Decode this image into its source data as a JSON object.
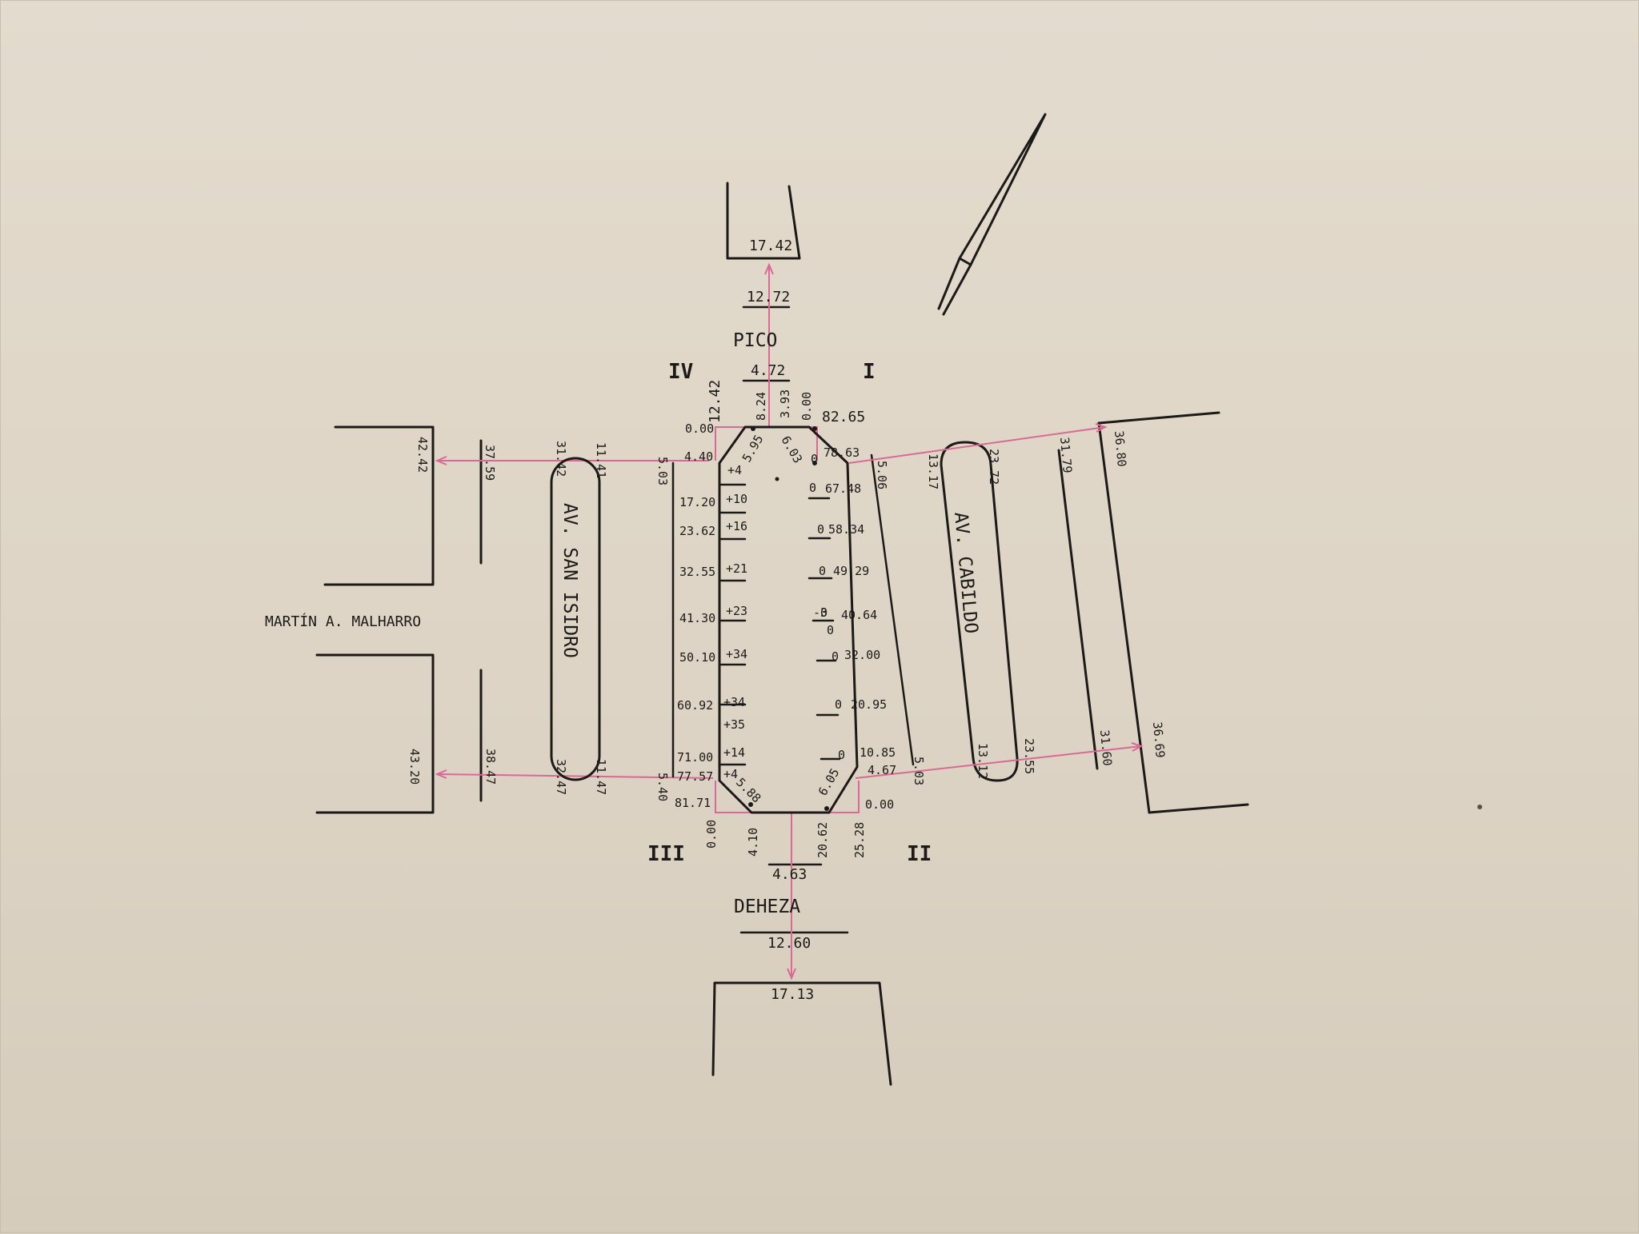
{
  "streets": {
    "north": "PICO",
    "south": "DEHEZA",
    "west": "MARTÍN A. MALHARRO",
    "avenue_left": "AV. SAN ISIDRO",
    "avenue_right": "AV. CABILDO"
  },
  "quadrants": {
    "q1": "I",
    "q2": "II",
    "q3": "III",
    "q4": "IV"
  },
  "north_labels": {
    "top": "17.42",
    "mid": "12.72",
    "low": "4.72",
    "left": "12.42"
  },
  "south_labels": {
    "low": "4.63",
    "mid": "12.60",
    "bottom": "17.13"
  },
  "west_labels": {
    "top_outer": "42.42",
    "top_inner": "37.59",
    "bot_outer": "43.20",
    "bot_inner": "38.47",
    "median_top_l": "31.42",
    "median_top_r": "11.41",
    "median_bot_l": "32.47",
    "median_bot_r": "11.47"
  },
  "east_labels": {
    "median_top_l": "13.17",
    "median_top_r": "23.72",
    "median_bot_l": "13.12",
    "median_bot_r": "23.55",
    "outer_top_1": "31.79",
    "outer_top_2": "36.80",
    "outer_bot_1": "31.60",
    "outer_bot_2": "36.69"
  },
  "left_side": [
    "4.40",
    "17.20",
    "23.62",
    "32.55",
    "41.30",
    "50.10",
    "60.92",
    "71.00",
    "77.57",
    "81.71"
  ],
  "left_offsets": [
    "+4",
    "+10",
    "+16",
    "+21",
    "+23",
    "+34",
    "+34",
    "+35",
    "+14",
    "+4"
  ],
  "right_side": [
    "82.65",
    "78.63",
    "67.48",
    "58.34",
    "49.29",
    "40.64",
    "32.00",
    "20.95",
    "10.85",
    "4.67"
  ],
  "right_offsets": [
    "0",
    "0",
    "0",
    "0",
    "-3",
    "0",
    "0",
    "0",
    "0",
    "0"
  ],
  "corner_labels": {
    "nw_zero": "0.00",
    "ne_zero": "0.00",
    "sw_zero": "0.00",
    "se_zero": "0.00",
    "n_8": "8.24",
    "n_3": "3.93",
    "nw_chamfer": "5.95",
    "ne_chamfer": "6.03",
    "sw_chamfer": "5.88",
    "se_chamfer": "6.05",
    "w_503": "5.03",
    "w_540": "5.40",
    "e_506": "5.06",
    "e_503": "5.03",
    "s_410": "4.10",
    "s_2062": "20.62",
    "s_2528": "25.28"
  }
}
